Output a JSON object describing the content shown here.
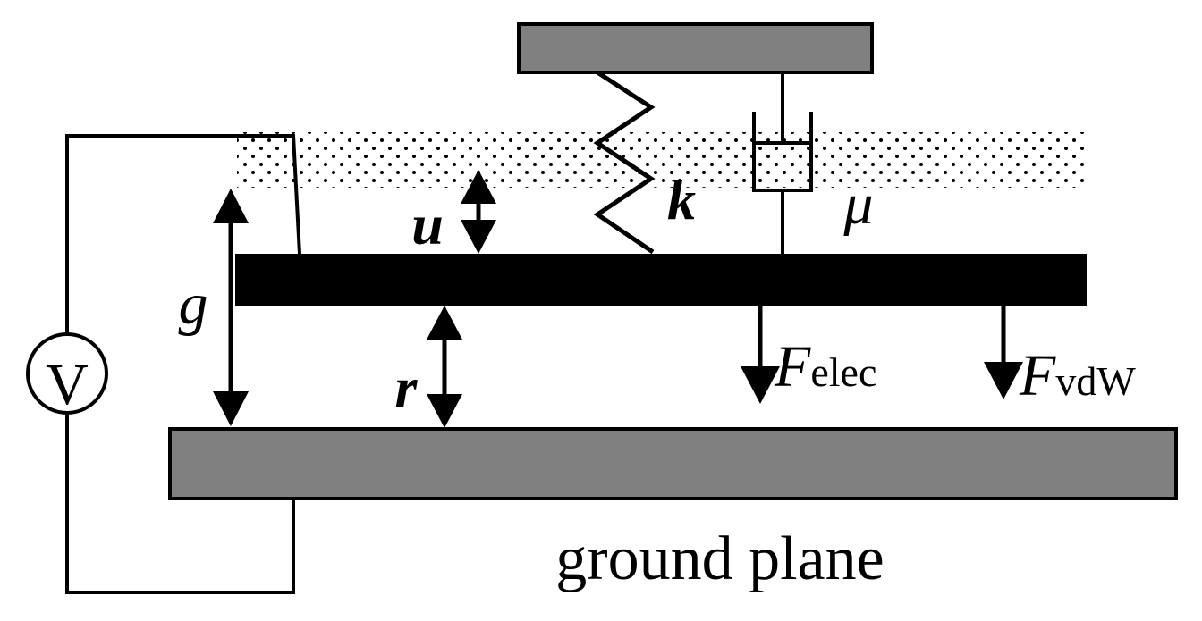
{
  "colors": {
    "plate_fill": "#808080",
    "beam_fill": "#000000",
    "line": "#000000",
    "background": "#ffffff"
  },
  "labels": {
    "voltage_source": "V",
    "gap": "g",
    "displacement": "u",
    "distance": "r",
    "spring_constant": "k",
    "damping": "μ",
    "force_elec_symbol": "F",
    "force_elec_subscript": "elec",
    "force_vdw_symbol": "F",
    "force_vdw_subscript": "vdW",
    "ground_plane": "ground plane"
  }
}
